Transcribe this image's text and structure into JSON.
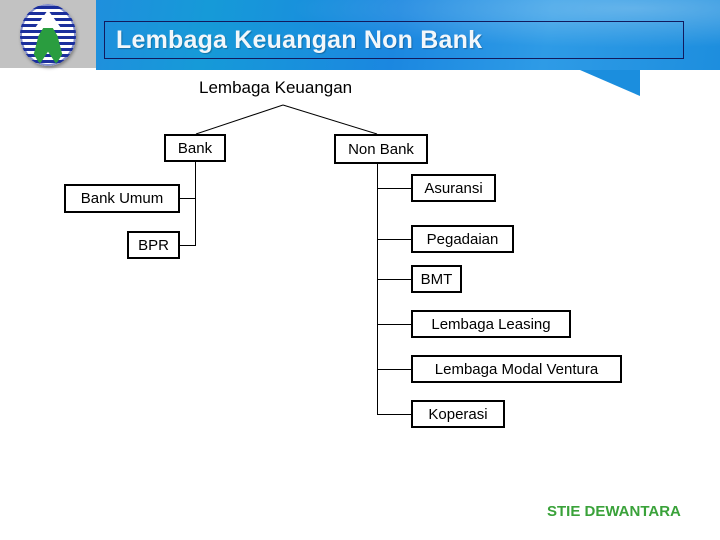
{
  "header": {
    "title": "Lembaga Keuangan Non Bank",
    "logo_icon": "institution-emblem-icon",
    "accent_color": "#1b8ede",
    "border_color": "#111a5e",
    "title_color": "#f2f7fb"
  },
  "diagram": {
    "root_label": "Lembaga Keuangan",
    "branches": [
      {
        "label": "Bank"
      },
      {
        "label": "Non Bank"
      }
    ],
    "bank_children": [
      {
        "label": "Bank Umum"
      },
      {
        "label": "BPR"
      }
    ],
    "nonbank_children": [
      {
        "label": "Asuransi"
      },
      {
        "label": "Pegadaian"
      },
      {
        "label": "BMT"
      },
      {
        "label": "Lembaga Leasing"
      },
      {
        "label": "Lembaga Modal Ventura"
      },
      {
        "label": "Koperasi"
      }
    ]
  },
  "footer": {
    "brand": "STIE DEWANTARA",
    "brand_color": "#3aa23a"
  }
}
